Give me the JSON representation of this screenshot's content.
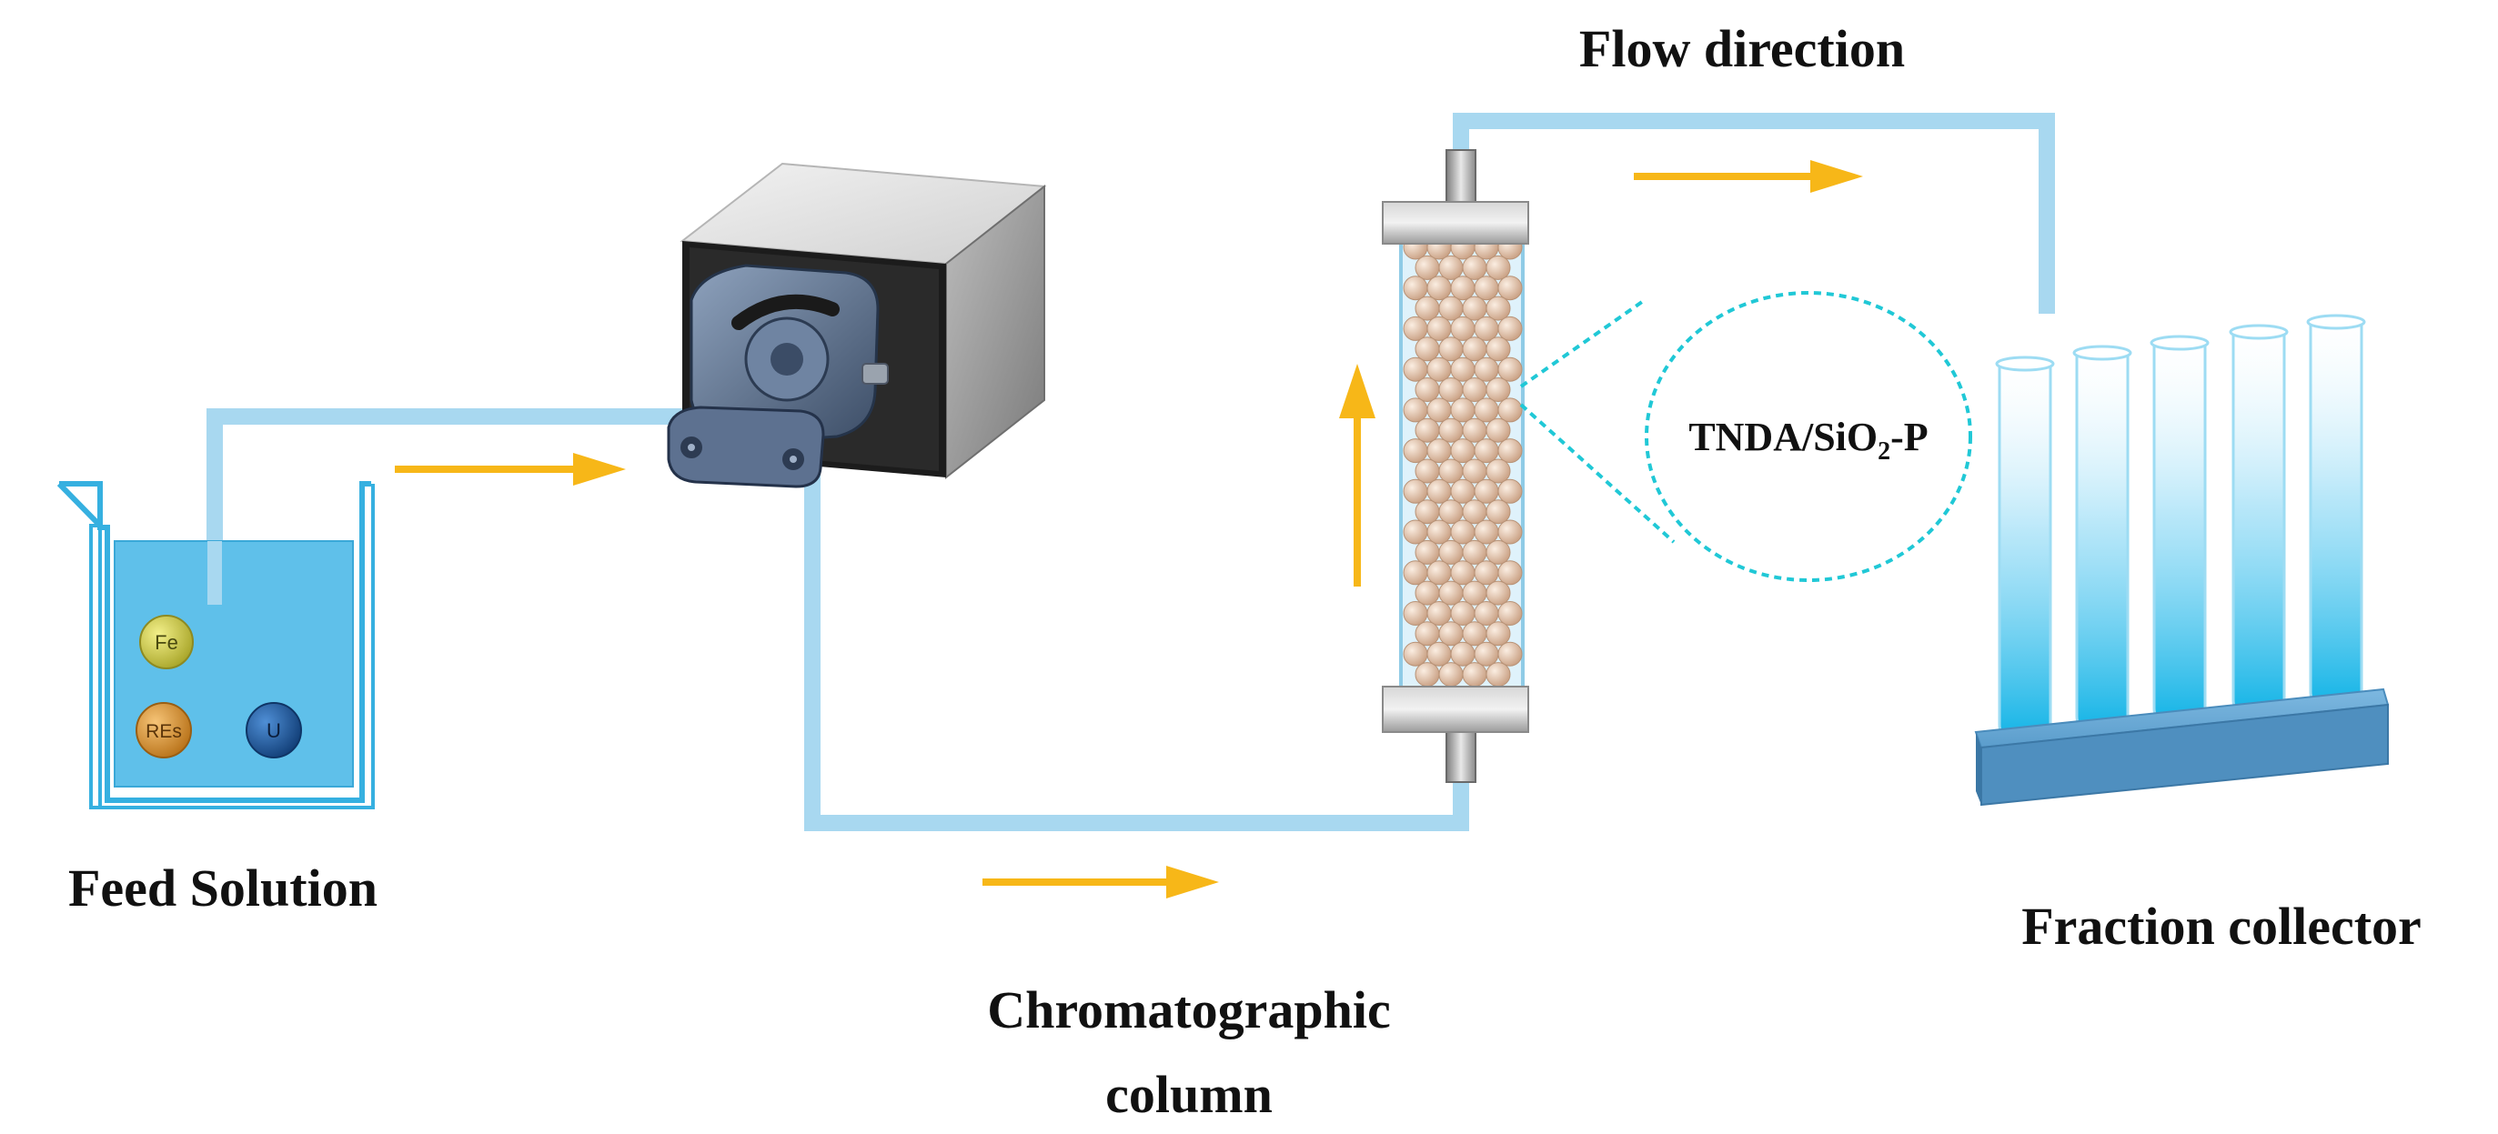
{
  "labels": {
    "flow_direction": "Flow direction",
    "feed_solution": "Feed Solution",
    "chromatographic_line1": "Chromatographic",
    "chromatographic_line2": "column",
    "fraction_collector": "Fraction collector",
    "material_main": "TNDA/SiO",
    "material_sub": "2",
    "material_tail": "-P"
  },
  "ions": [
    {
      "symbol": "Fe",
      "color": "#c9c637"
    },
    {
      "symbol": "REs",
      "color": "#d9912a"
    },
    {
      "symbol": "U",
      "color": "#1f5fa8"
    }
  ],
  "colors": {
    "tube": "#a8d8f0",
    "arrow": "#f7b718",
    "beaker_liquid": "#5fc0ea",
    "beads": "#e4c4ac",
    "zoom_outline": "#20c8d6",
    "rack": "#5d9fcf",
    "test_tube_liquid": "#18b7e8"
  },
  "icons": {
    "pump": "peristaltic-pump-icon",
    "column": "chromatographic-column-icon",
    "beaker": "beaker-icon",
    "rack": "test-tube-rack-icon"
  }
}
